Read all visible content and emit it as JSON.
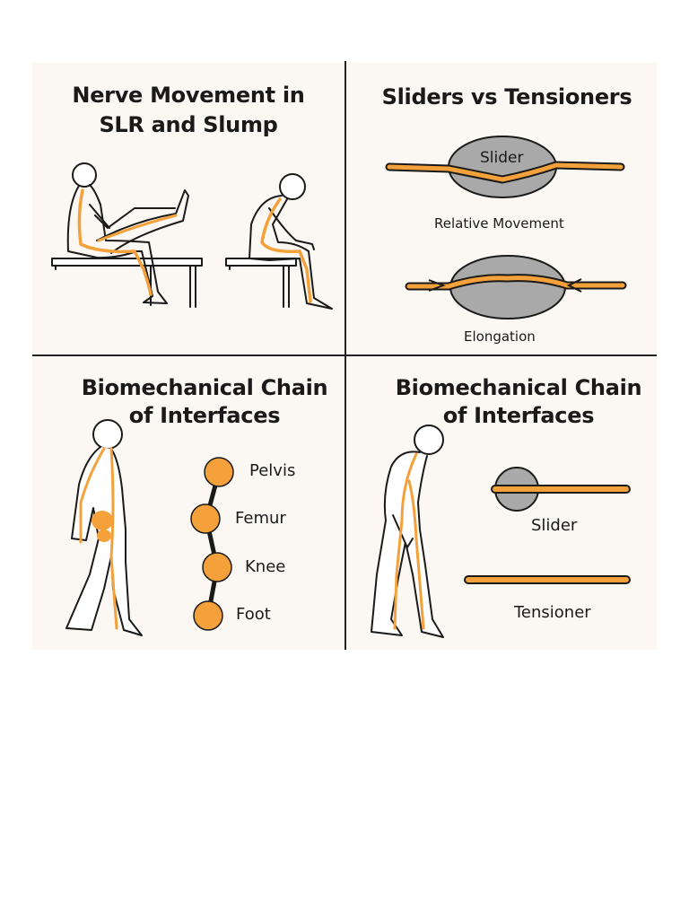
{
  "panels": {
    "top_left": {
      "title_line1": "Nerve Movement in",
      "title_line2": "SLR and Slump"
    },
    "top_right": {
      "title": "Sliders vs Tensioners",
      "slider_label": "Slider",
      "relative_movement_label": "Relative Movement",
      "elongation_label": "Elongation"
    },
    "bottom_left": {
      "title_line1": "Biomechanical Chain",
      "title_line2": "of Interfaces",
      "chain": [
        "Pelvis",
        "Femur",
        "Knee",
        "Foot"
      ]
    },
    "bottom_right": {
      "title_line1": "Biomechanical Chain",
      "title_line2": "of Interfaces",
      "slider_label": "Slider",
      "tensioner_label": "Tensioner"
    }
  },
  "colors": {
    "nerve": "#f4a13b",
    "outline": "#1a1a1a",
    "interface_gray": "#a9a9a9",
    "panel_bg": "#fbf8f3"
  }
}
